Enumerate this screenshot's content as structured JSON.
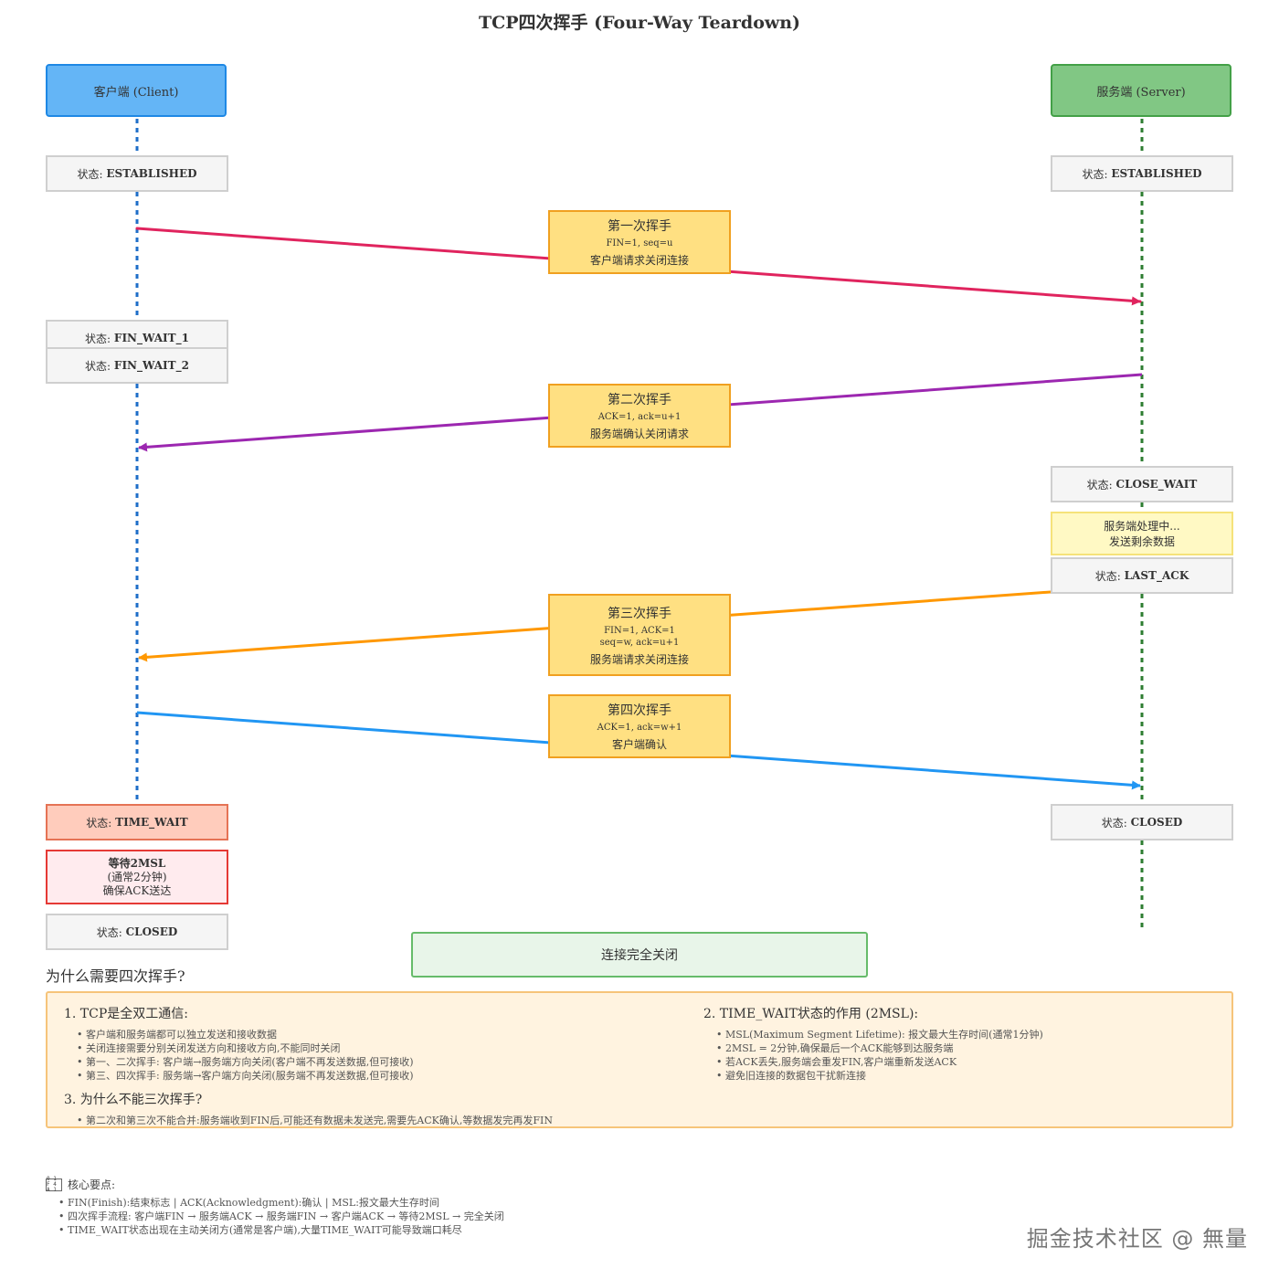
{
  "title": "TCP四次挥手 (Four-Way Teardown)",
  "actors": {
    "client": "客户端 (Client)",
    "server": "服务端 (Server)"
  },
  "states": {
    "state_prefix": "状态:",
    "client_established": "ESTABLISHED",
    "server_established": "ESTABLISHED",
    "fin_wait_1": "FIN_WAIT_1",
    "fin_wait_2": "FIN_WAIT_2",
    "close_wait": "CLOSE_WAIT",
    "last_ack": "LAST_ACK",
    "time_wait": "TIME_WAIT",
    "client_closed": "CLOSED",
    "server_closed": "CLOSED"
  },
  "handshakes": [
    {
      "title": "第一次挥手",
      "flags": "FIN=1, seq=u",
      "desc": "客户端请求关闭连接"
    },
    {
      "title": "第二次挥手",
      "flags": "ACK=1, ack=u+1",
      "desc": "服务端确认关闭请求"
    },
    {
      "title": "第三次挥手",
      "flags": "FIN=1, ACK=1",
      "flags2": "seq=w, ack=u+1",
      "desc": "服务端请求关闭连接"
    },
    {
      "title": "第四次挥手",
      "flags": "ACK=1, ack=w+1",
      "desc": "客户端确认"
    }
  ],
  "server_processing": {
    "line1": "服务端处理中...",
    "line2": "发送剩余数据"
  },
  "time_wait_note": {
    "line1": "等待2MSL",
    "line2": "(通常2分钟)",
    "line3": "确保ACK送达"
  },
  "closed_banner": "连接完全关闭",
  "why_heading": "为什么需要四次挥手?",
  "info": {
    "sec1": {
      "heading": "1. TCP是全双工通信:",
      "items": [
        "客户端和服务端都可以独立发送和接收数据",
        "关闭连接需要分别关闭发送方向和接收方向,不能同时关闭",
        "第一、二次挥手: 客户端→服务端方向关闭(客户端不再发送数据,但可接收)",
        "第三、四次挥手: 服务端→客户端方向关闭(服务端不再发送数据,但可接收)"
      ]
    },
    "sec2": {
      "heading": "2. TIME_WAIT状态的作用 (2MSL):",
      "items": [
        "MSL(Maximum Segment Lifetime): 报文最大生存时间(通常1分钟)",
        "2MSL = 2分钟,确保最后一个ACK能够到达服务端",
        "若ACK丢失,服务端会重发FIN,客户端重新发送ACK",
        "避免旧连接的数据包干扰新连接"
      ]
    },
    "sec3": {
      "heading": "3. 为什么不能三次挥手?",
      "items": [
        "第二次和第三次不能合并:服务端收到FIN后,可能还有数据未发送完,需要先ACK确认,等数据发完再发FIN"
      ]
    }
  },
  "footer": {
    "heading": "核心要点:",
    "icon_text": "0 1 F 4 A 1",
    "items": [
      "FIN(Finish):结束标志 | ACK(Acknowledgment):确认 | MSL:报文最大生存时间",
      "四次挥手流程: 客户端FIN → 服务端ACK → 服务端FIN → 客户端ACK → 等待2MSL → 完全关闭",
      "TIME_WAIT状态出现在主动关闭方(通常是客户端),大量TIME_WAIT可能导致端口耗尽"
    ]
  },
  "watermark": "掘金技术社区 @ 無量",
  "colors": {
    "client_line": "#1e6ec8",
    "server_line": "#2e7d32",
    "msg1": "#e0245e",
    "msg2": "#9c27b0",
    "msg3": "#ff9800",
    "msg4": "#2196f3"
  }
}
